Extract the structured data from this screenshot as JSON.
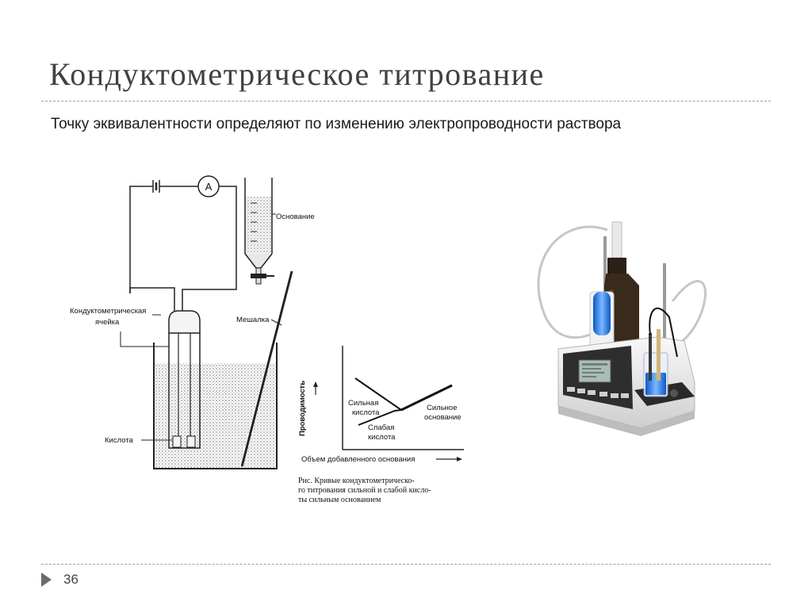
{
  "slide": {
    "title": "Кондуктометрическое титрование",
    "subtitle": "Точку эквивалентности определяют по изменению электропроводности раствора",
    "page_number": "36"
  },
  "apparatus": {
    "ammeter": "A",
    "base_label": "Основание",
    "cell_label_1": "Кондуктометрическая",
    "cell_label_2": "ячейка",
    "stirrer_label": "Мешалка",
    "acid_label": "Кислота"
  },
  "graph": {
    "ylabel": "Проводимость",
    "xlabel": "Объем добавленного основания",
    "strong_acid_1": "Сильная",
    "strong_acid_2": "кислота",
    "weak_acid_1": "Слабая",
    "weak_acid_2": "кислота",
    "strong_base_1": "Сильное",
    "strong_base_2": "основание",
    "caption_1": "Рис.      Кривые кондуктометрическо-",
    "caption_2": "го титрования сильной и слабой кисло-",
    "caption_3": "ты сильным основанием"
  }
}
